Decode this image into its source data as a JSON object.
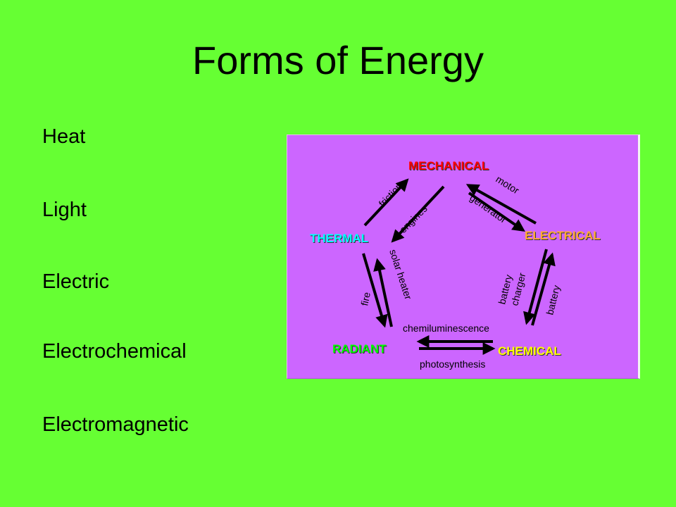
{
  "slide": {
    "title": "Forms of Energy",
    "bullets": [
      "Heat",
      "Light",
      "Electric",
      "Electrochemical",
      "Electromagnetic"
    ]
  },
  "diagram": {
    "nodes": {
      "mechanical": {
        "label": "MECHANICAL",
        "color": "#ff0000"
      },
      "thermal": {
        "label": "THERMAL",
        "color": "#00ffff"
      },
      "electrical": {
        "label": "ELECTRICAL",
        "color": "#ffaa33"
      },
      "radiant": {
        "label": "RADIANT",
        "color": "#00ff00"
      },
      "chemical": {
        "label": "CHEMICAL",
        "color": "#ffff00"
      }
    },
    "arrows": {
      "friction": "friction",
      "engines": "engines",
      "motor": "motor",
      "generator": "generator",
      "solar_heater": "solar heater",
      "fire": "fire",
      "battery_charger": [
        "battery",
        "charger"
      ],
      "battery": "battery",
      "chemiluminescence": "chemiluminescence",
      "photosynthesis": "photosynthesis"
    },
    "colors": {
      "background": "#cc66ff",
      "slide_background": "#66ff33"
    }
  }
}
